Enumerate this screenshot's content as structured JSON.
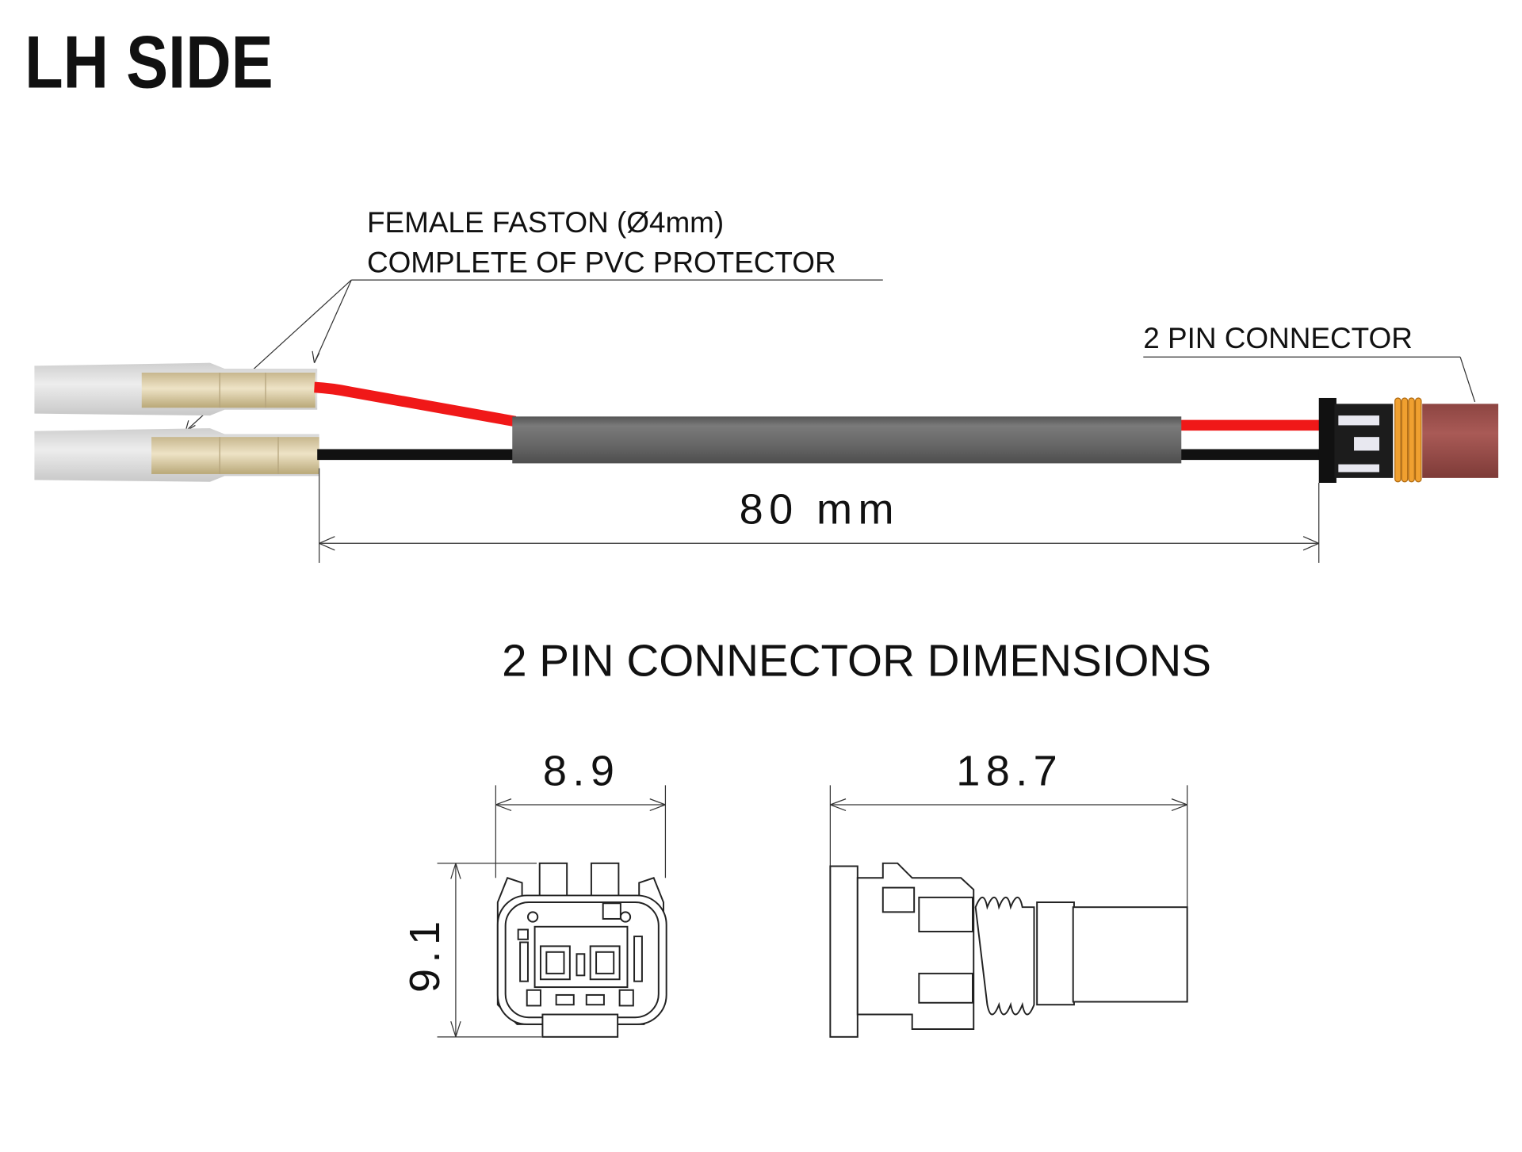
{
  "title": "LH SIDE",
  "faston_label": {
    "line1": "FEMALE FASTON (Ø4mm)",
    "line2": "COMPLETE OF PVC PROTECTOR"
  },
  "connector_label": "2 PIN CONNECTOR",
  "length_dimension": "80 mm",
  "dimensions_title": "2 PIN CONNECTOR DIMENSIONS",
  "dimensions": {
    "width": "8.9",
    "height": "9.1",
    "length": "18.7"
  },
  "colors": {
    "red_wire": "#f01818",
    "black_wire": "#111111",
    "sleeve": "#676767",
    "connector_body": "#a0524f",
    "seal": "#f0a030",
    "faston_sleeve": "#e2e2e2",
    "faston_metal": "#d8c9a4"
  }
}
